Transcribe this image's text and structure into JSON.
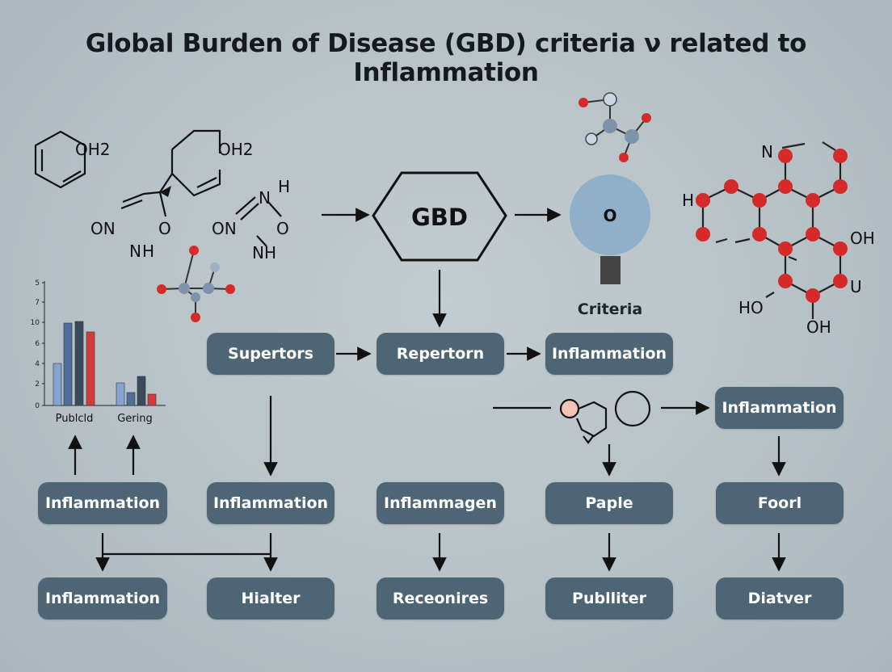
{
  "title": "Global Burden of Disease (GBD) criteria ν related to Inflammation",
  "hexagon_label": "GBD",
  "circle_label": "O",
  "circle_caption": "Criteria",
  "chem_labels": {
    "m1_oh2": "OH2",
    "m2_oh2": "OH2",
    "m2_on": "ON",
    "m2_n": "N",
    "m2_h": "H",
    "m2_o": "O",
    "m3_h": "H",
    "m3_n": "N",
    "m3_on": "ON",
    "m3_o": "O",
    "m3_nh": "NH",
    "m4_n": "N",
    "m4_h": "H",
    "m4_oh_top": "OH",
    "m4_u": "U",
    "m4_ho": "HO",
    "m4_oh_bottom": "OH"
  },
  "bar_chart": {
    "y_ticks": [
      "5",
      "7",
      "10",
      "6",
      "4",
      "2",
      "0"
    ],
    "categories": [
      "Publcld",
      "Gering"
    ]
  },
  "nodes": {
    "supertors": "Supertors",
    "repertorn": "Repertorn",
    "inflammation_top": "Inflammation",
    "inflammation_right": "Inflammation",
    "inflammation_r1c1": "Inflammation",
    "inflammation_r1c2": "Inflammation",
    "inflammagen": "Inflammagen",
    "paple": "Paple",
    "foorl": "Foorl",
    "inflammation_r2c1": "Inflammation",
    "hialter": "Hialter",
    "receonires": "Receonires",
    "publliter": "Publliter",
    "diatver": "Diatver"
  },
  "colors": {
    "pill": "#4d6575",
    "atom_red": "#d42a2a",
    "atom_blue": "#7d93ab",
    "circle": "#8fb0c8",
    "bar_light": "#85a3cf",
    "bar_mid": "#4f6f9a",
    "bar_dark": "#3a4a5a",
    "bar_red": "#d53a3a"
  }
}
